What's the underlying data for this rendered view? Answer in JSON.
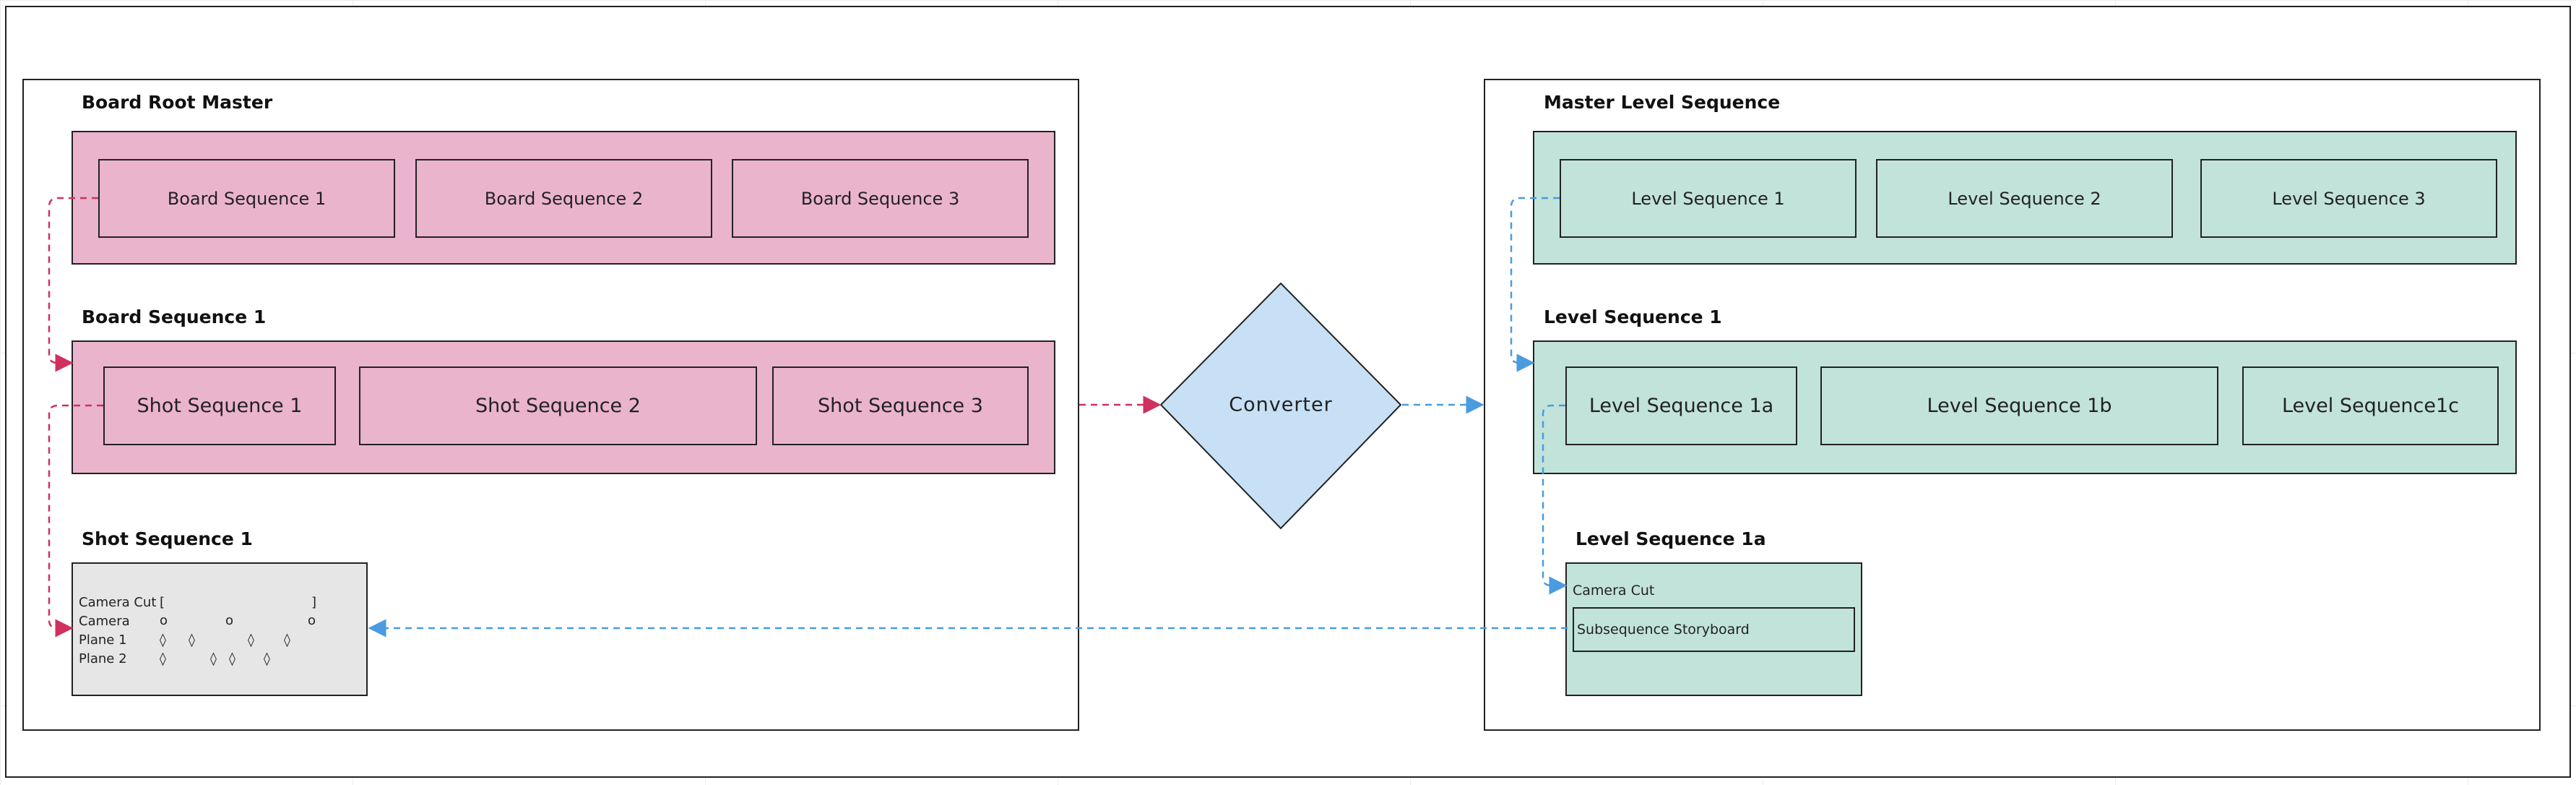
{
  "colors": {
    "pink_fill": "#ebb4cd",
    "teal_fill": "#c2e3da",
    "grey_fill": "#e6e6e6",
    "diamond_fill": "#c7e0f5",
    "pink_arrow": "#d0305f",
    "blue_arrow": "#4a9be0"
  },
  "left": {
    "title": "Board Root Master",
    "root_boxes": [
      "Board Sequence 1",
      "Board Sequence 2",
      "Board Sequence 3"
    ],
    "board_title": "Board Sequence 1",
    "shot_boxes": [
      "Shot Sequence 1",
      "Shot Sequence 2",
      "Shot Sequence 3"
    ],
    "shot_title": "Shot Sequence 1",
    "tracks": {
      "camera_cut": "Camera Cut",
      "camera": "Camera",
      "plane1": "Plane 1",
      "plane2": "Plane 2",
      "bracket_open": "[",
      "bracket_close": "]",
      "circle": "o",
      "diamond": "◊"
    }
  },
  "converter": {
    "label": "Converter"
  },
  "right": {
    "title": "Master Level Sequence",
    "master_boxes": [
      "Level Sequence 1",
      "Level Sequence 2",
      "Level Sequence 3"
    ],
    "level_title": "Level Sequence 1",
    "level_boxes": [
      "Level Sequence 1a",
      "Level Sequence 1b",
      "Level Sequence1c"
    ],
    "sub_title": "Level Sequence 1a",
    "camera_cut": "Camera Cut",
    "subsequence": "Subsequence Storyboard"
  },
  "icons": [
    "arrowhead-icon"
  ]
}
